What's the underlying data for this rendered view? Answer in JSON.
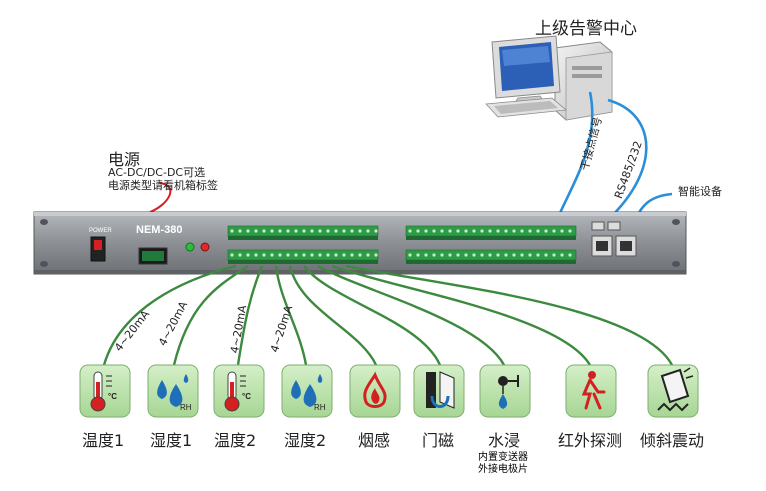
{
  "top_label": "上级告警中心",
  "power": {
    "title": "电源",
    "note_line1": "AC-DC/DC-DC可选",
    "note_line2": "电源类型请看机箱标签"
  },
  "device": {
    "model": "NEM-380",
    "power_switch_label": "POWER"
  },
  "links": {
    "dry_contact": "干接点信号",
    "rs485": "RS485/232",
    "smart_device": "智能设备"
  },
  "current_labels": [
    "4~20mA",
    "4~20mA",
    "4~20mA",
    "4~20mA"
  ],
  "sensors": [
    {
      "name": "温度1",
      "icon": "thermometer-icon",
      "unit": "°C"
    },
    {
      "name": "湿度1",
      "icon": "humidity-icon",
      "unit": "RH"
    },
    {
      "name": "温度2",
      "icon": "thermometer-icon",
      "unit": "°C"
    },
    {
      "name": "湿度2",
      "icon": "humidity-icon",
      "unit": "RH"
    },
    {
      "name": "烟感",
      "icon": "smoke-fire-icon",
      "unit": ""
    },
    {
      "name": "门磁",
      "icon": "door-magnet-icon",
      "unit": ""
    },
    {
      "name": "水浸",
      "icon": "water-leak-icon",
      "unit": ""
    },
    {
      "name": "红外探测",
      "icon": "infrared-person-icon",
      "unit": ""
    },
    {
      "name": "倾斜震动",
      "icon": "tilt-vibration-icon",
      "unit": ""
    }
  ],
  "water_note": {
    "line1": "内置变送器",
    "line2": "外接电极片"
  },
  "colors": {
    "green_cable": "#3b8a3e",
    "blue_cable": "#2a8fd8",
    "red_cable": "#d42020",
    "icon_bg": "#bfe3b0",
    "panel": "#8a8e93"
  }
}
